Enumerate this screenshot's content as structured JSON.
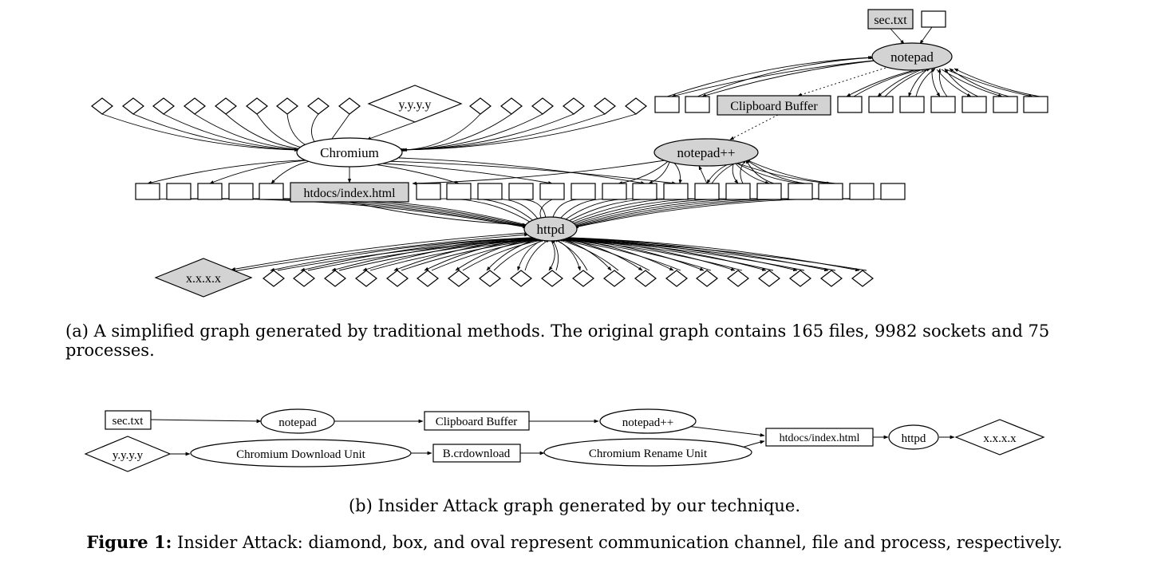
{
  "graph_a": {
    "nodes": {
      "sec_txt": "sec.txt",
      "notepad": "notepad",
      "clipboard": "Clipboard Buffer",
      "ip_y": "y.y.y.y",
      "chromium": "Chromium",
      "notepadpp": "notepad++",
      "htdocs": "htdocs/index.html",
      "httpd": "httpd",
      "ip_x": "x.x.x.x"
    }
  },
  "graph_b": {
    "nodes": {
      "sec_txt": "sec.txt",
      "notepad": "notepad",
      "clipboard": "Clipboard Buffer",
      "notepadpp": "notepad++",
      "ip_y": "y.y.y.y",
      "download_unit": "Chromium Download Unit",
      "crdownload": "B.crdownload",
      "rename_unit": "Chromium Rename Unit",
      "htdocs": "htdocs/index.html",
      "httpd": "httpd",
      "ip_x": "x.x.x.x"
    }
  },
  "captions": {
    "a": "(a) A simplified graph generated by traditional methods.  The original graph contains 165 files, 9982 sockets and 75 processes.",
    "b": "(b) Insider Attack graph generated by our technique.",
    "figure_label": "Figure 1:",
    "figure_text": " Insider Attack: diamond, box, and oval represent communication channel, file and process, respectively."
  }
}
